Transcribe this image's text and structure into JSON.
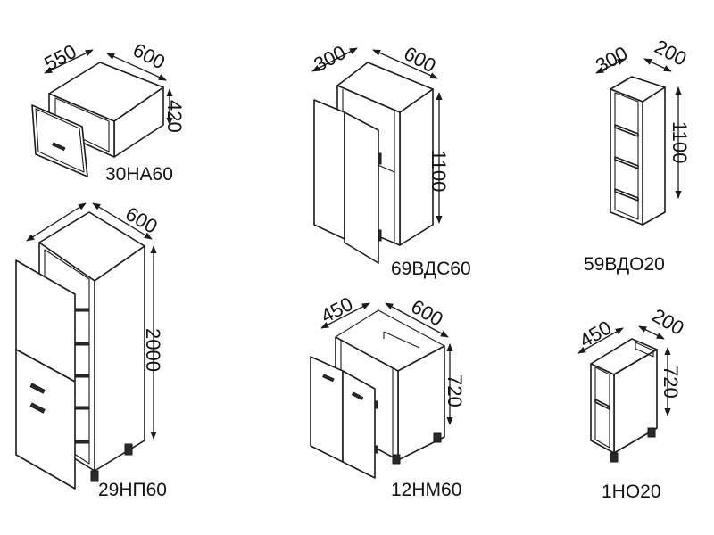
{
  "cabinets": {
    "c30": {
      "code": "30НА60",
      "depth": "550",
      "width": "600",
      "height": "420"
    },
    "c69": {
      "code": "69ВДС60",
      "depth": "300",
      "width": "600",
      "height": "1100"
    },
    "c59": {
      "code": "59ВДО20",
      "depth": "300",
      "width": "200",
      "height": "1100"
    },
    "c29": {
      "code": "29НП60",
      "width": "600",
      "height": "2000"
    },
    "c12": {
      "code": "12НМ60",
      "depth": "450",
      "width": "600",
      "height": "720"
    },
    "c1": {
      "code": "1НО20",
      "depth": "450",
      "width": "200",
      "height": "720"
    }
  }
}
